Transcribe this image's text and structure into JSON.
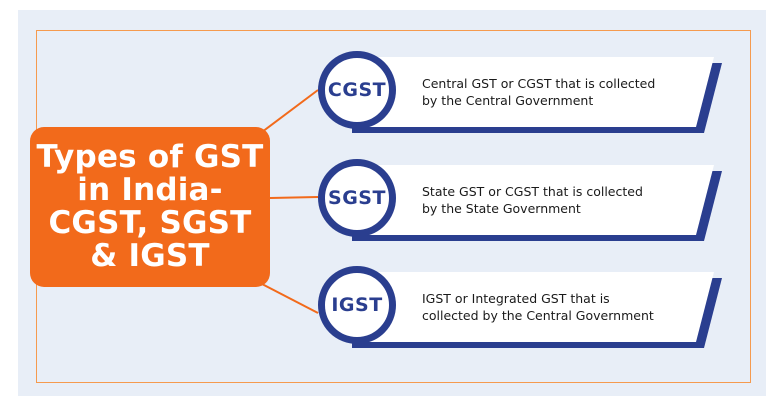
{
  "title": "Types of GST\nin India-\nCGST, SGST\n& IGST",
  "items": [
    {
      "abbr": "CGST",
      "description": "Central GST or CGST that is collected\nby the Central Government"
    },
    {
      "abbr": "SGST",
      "description": "State GST or CGST that is collected\nby the State Government"
    },
    {
      "abbr": "IGST",
      "description": "IGST or Integrated GST that is\ncollected by the Central Government"
    }
  ],
  "colors": {
    "accent": "#f26a1b",
    "navy": "#2a3e8f",
    "panel": "#e8eef7",
    "frame": "#f59a4e"
  }
}
